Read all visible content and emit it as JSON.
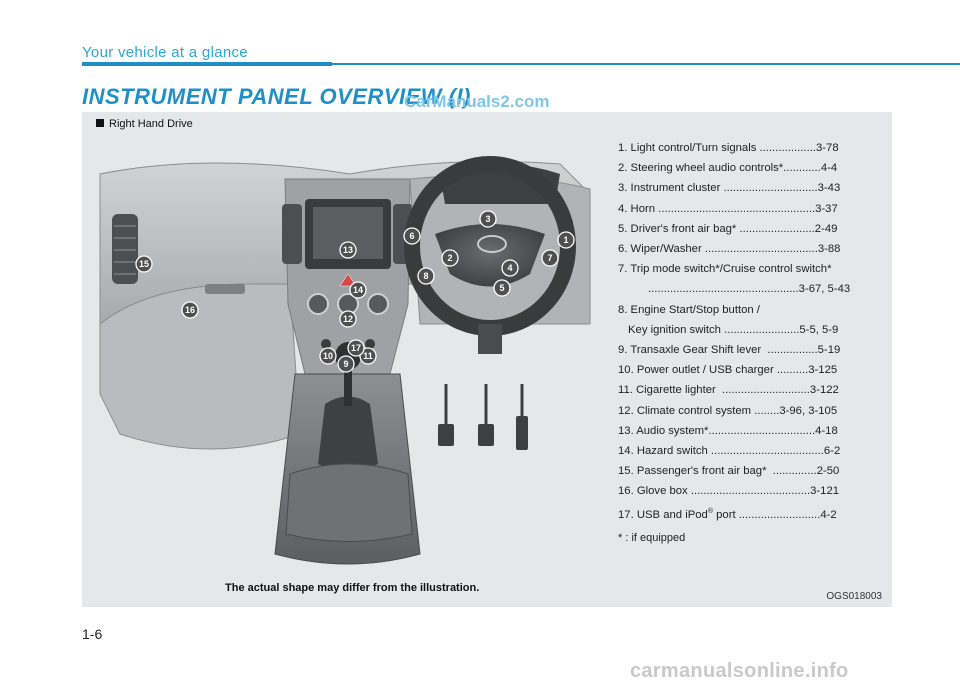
{
  "header": {
    "section_title": "Your vehicle at a glance",
    "page_heading": "INSTRUMENT PANEL OVERVIEW (I)",
    "watermark": "CarManuals2.com"
  },
  "panel": {
    "drive_label": "Right Hand Drive",
    "caption": "The actual shape may differ from the illustration.",
    "figure_code": "OGS018003"
  },
  "legend": {
    "items": [
      "1. Light control/Turn signals ..................3-78",
      "2. Steering wheel audio controls*............4-4",
      "3. Instrument cluster ..............................3-43",
      "4. Horn ..................................................3-37",
      "5. Driver's front air bag* ........................2-49",
      "6. Wiper/Washer ....................................3-88",
      "7. Trip mode switch*/Cruise control switch*",
      "................................................3-67, 5-43",
      "8. Engine Start/Stop button /",
      "Key ignition switch ........................5-5, 5-9",
      "9. Transaxle Gear Shift lever  ................5-19",
      "10. Power outlet / USB charger ..........3-125",
      "11. Cigarette lighter  ............................3-122",
      "12. Climate control system ........3-96, 3-105",
      "13. Audio system*..................................4-18",
      "14. Hazard switch ....................................6-2",
      "15. Passenger's front air bag*  ..............2-50",
      "16. Glove box ......................................3-121",
      "17. USB and iPod",
      "®",
      " port ..........................4-2"
    ],
    "footnote": "* : if equipped"
  },
  "callouts": [
    "1",
    "2",
    "3",
    "4",
    "5",
    "6",
    "7",
    "8",
    "9",
    "10",
    "11",
    "12",
    "13",
    "14",
    "15",
    "16",
    "17"
  ],
  "footer": {
    "page_number": "1-6",
    "watermark": "carmanualsonline.info"
  },
  "colors": {
    "accent": "#1f8fc8",
    "panel_bg": "#e6e7e8",
    "callout": "#4f4f4f"
  }
}
